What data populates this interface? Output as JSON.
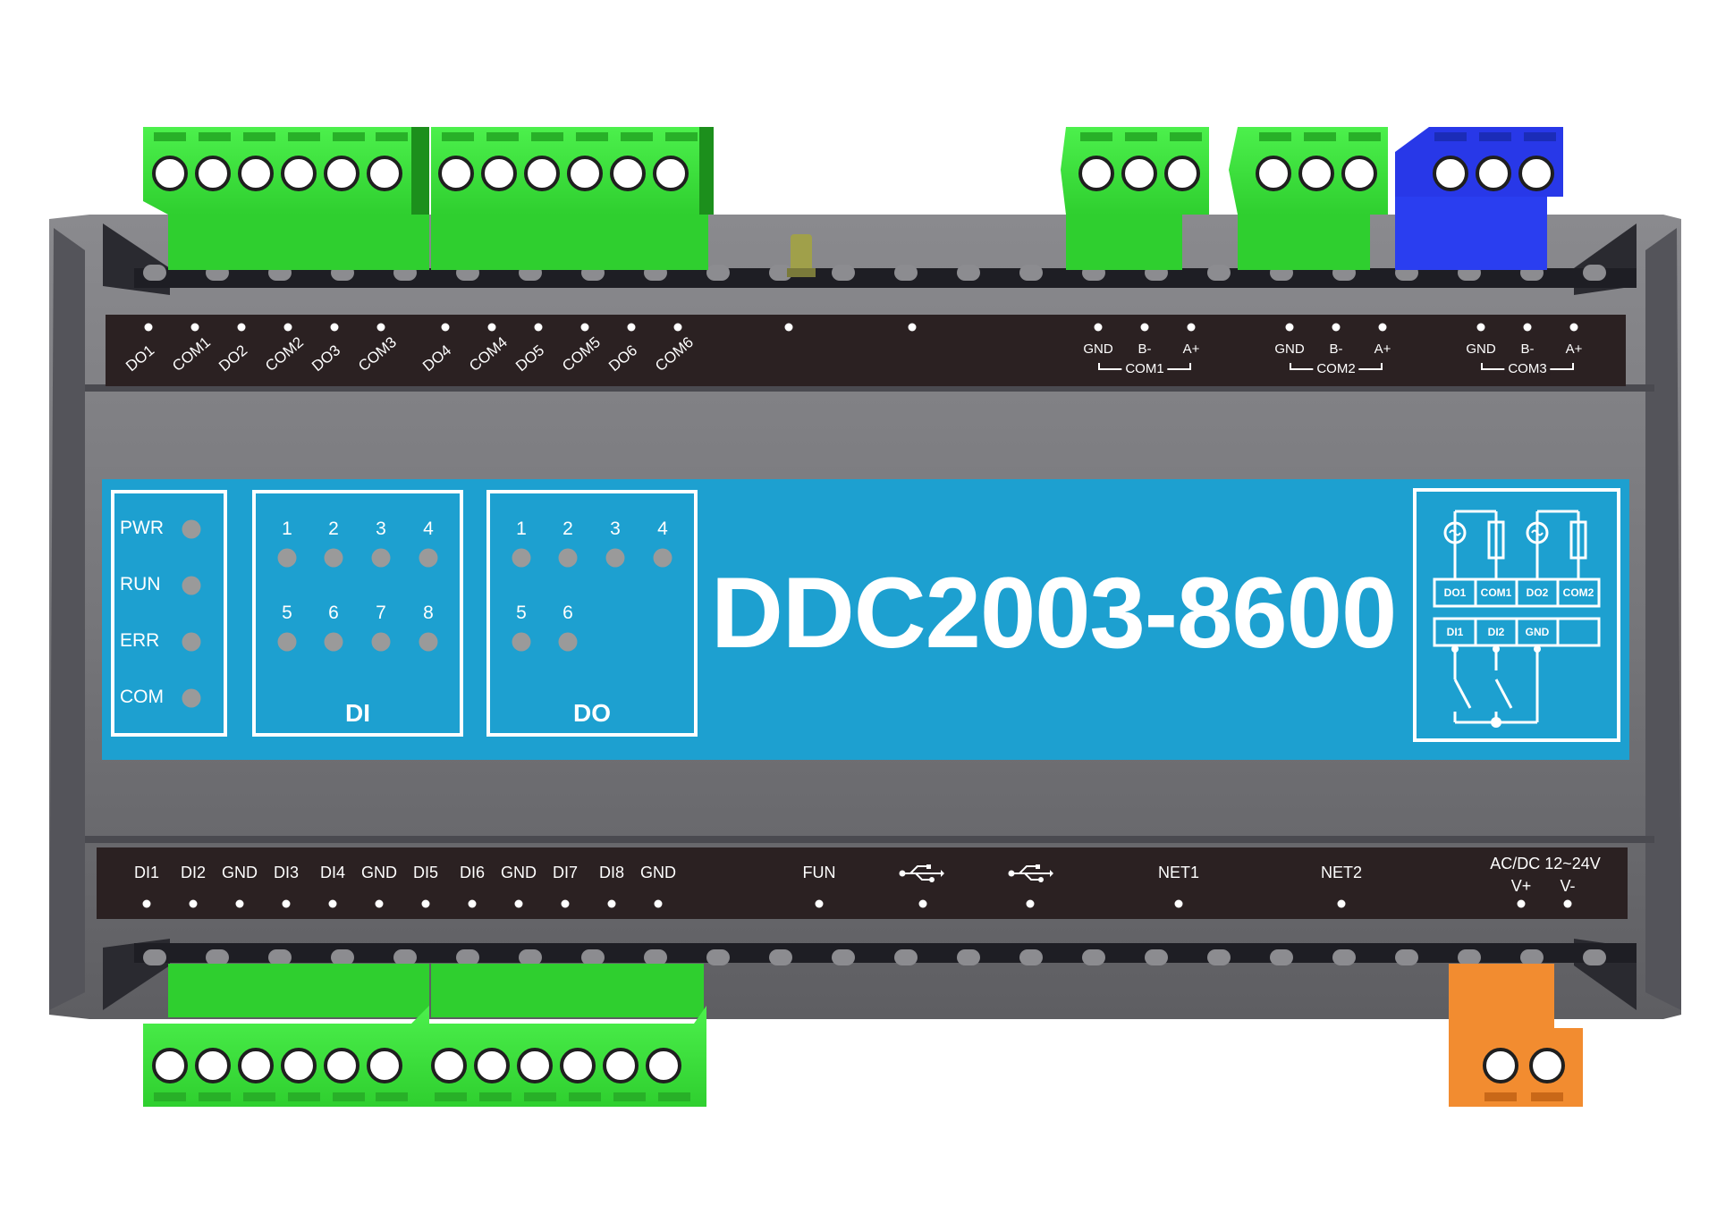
{
  "device": {
    "model": "DDC2003-8600",
    "colors": {
      "housing": "#7a7a7e",
      "housing_dark": "#3a3a40",
      "label_strip": "#2b2122",
      "panel": "#1da0d0",
      "terminal_green": "#3de63d",
      "terminal_blue": "#2233dd",
      "terminal_orange": "#f28c30",
      "led_off": "#9a9a9a"
    }
  },
  "top_labels": {
    "outputs": [
      "DO1",
      "COM1",
      "DO2",
      "COM2",
      "DO3",
      "COM3",
      "DO4",
      "COM4",
      "DO5",
      "COM5",
      "DO6",
      "COM6"
    ],
    "com_ports": [
      {
        "pins": [
          "GND",
          "B-",
          "A+"
        ],
        "name": "COM1"
      },
      {
        "pins": [
          "GND",
          "B-",
          "A+"
        ],
        "name": "COM2"
      },
      {
        "pins": [
          "GND",
          "B-",
          "A+"
        ],
        "name": "COM3"
      }
    ]
  },
  "bottom_labels": {
    "inputs": [
      "DI1",
      "DI2",
      "GND",
      "DI3",
      "DI4",
      "GND",
      "DI5",
      "DI6",
      "GND",
      "DI7",
      "DI8",
      "GND"
    ],
    "fun": "FUN",
    "usb1": "usb-icon",
    "usb2": "usb-icon",
    "net1": "NET1",
    "net2": "NET2",
    "power_title": "AC/DC 12~24V",
    "power_pins": [
      "V+",
      "V-"
    ]
  },
  "status_leds": [
    "PWR",
    "RUN",
    "ERR",
    "COM"
  ],
  "di_group": {
    "title": "DI",
    "leds": [
      "1",
      "2",
      "3",
      "4",
      "5",
      "6",
      "7",
      "8"
    ]
  },
  "do_group": {
    "title": "DO",
    "leds": [
      "1",
      "2",
      "3",
      "4",
      "5",
      "6"
    ]
  },
  "wiring_diagram": {
    "top_row": [
      "DO1",
      "COM1",
      "DO2",
      "COM2"
    ],
    "bottom_row": [
      "DI1",
      "DI2",
      "GND",
      ""
    ]
  }
}
